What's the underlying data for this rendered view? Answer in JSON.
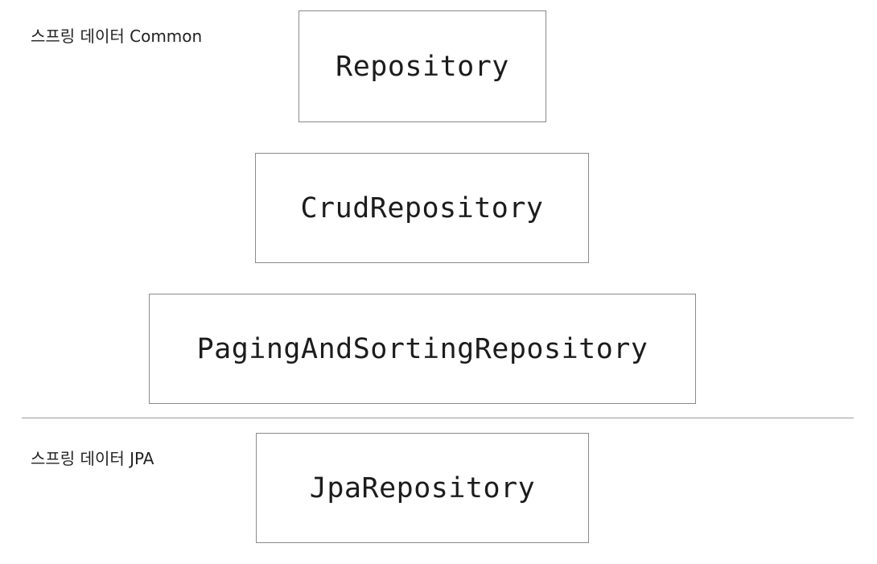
{
  "sections": {
    "common_label": "스프링 데이터  Common",
    "jpa_label": "스프링 데이터  JPA"
  },
  "repositories": {
    "repository": "Repository",
    "crud": "CrudRepository",
    "paging": "PagingAndSortingRepository",
    "jpa": "JpaRepository"
  }
}
